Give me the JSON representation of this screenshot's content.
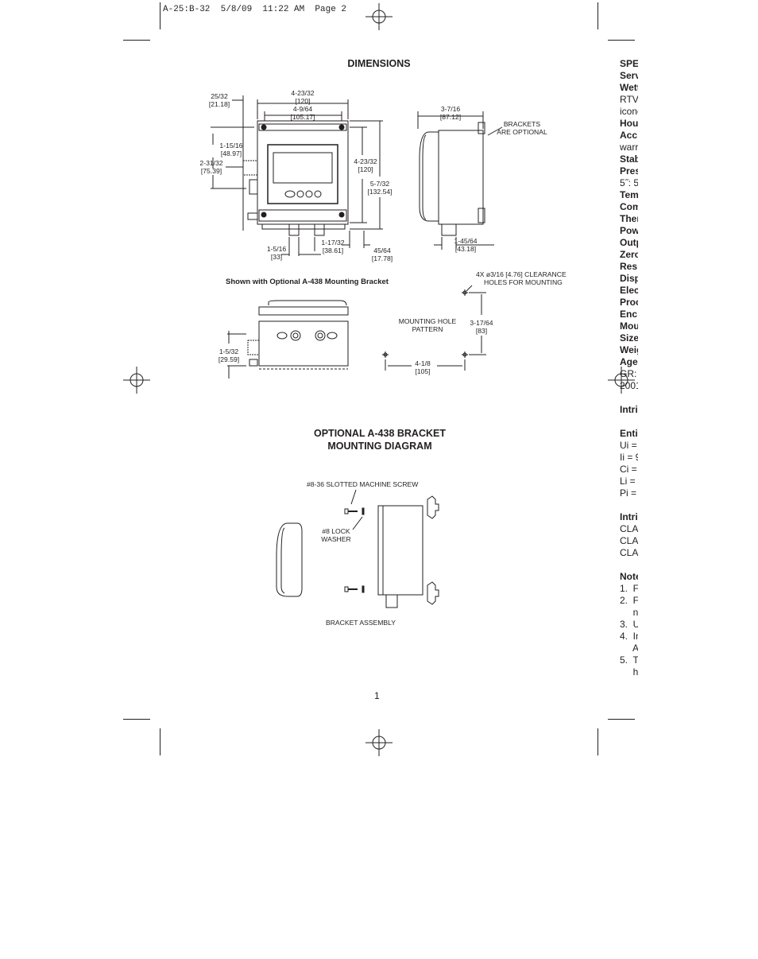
{
  "slug_line": "A-25:B-32  5/8/09  11:22 AM  Page 2",
  "page_number": "1",
  "dimensions_title": "DIMENSIONS",
  "front_view": {
    "d1": "25/32",
    "d1m": "[21.18]",
    "d2": "4-23/32",
    "d2m": "[120]",
    "d3": "4-9/64",
    "d3m": "[105.17]",
    "d4": "1-15/16",
    "d4m": "[48.97]",
    "d5": "2-31/32",
    "d5m": "[75.39]",
    "d6": "4-23/32",
    "d6m": "[120]",
    "d7": "5-7/32",
    "d7m": "[132.54]",
    "d8": "1-5/16",
    "d8m": "[33]",
    "d9": "1-17/32",
    "d9m": "[38.61]",
    "d10": "45/64",
    "d10m": "[17.78]"
  },
  "side_view": {
    "d1": "3-7/16",
    "d1m": "[87.12]",
    "brackets_1": "BRACKETS",
    "brackets_2": "ARE OPTIONAL",
    "d2": "1-45/64",
    "d2m": "[43.18]"
  },
  "bracket_caption": "Shown with Optional A-438 Mounting Bracket",
  "bottom_view": {
    "d1": "1-5/32",
    "d1m": "[29.59]"
  },
  "mounting": {
    "holes_1": "4X ø3/16 [4.76] CLEARANCE",
    "holes_2": "HOLES FOR MOUNTING",
    "pattern_1": "MOUNTING HOLE",
    "pattern_2": "PATTERN",
    "d1": "3-17/64",
    "d1m": "[83]",
    "d2": "4-1/8",
    "d2m": "[105]"
  },
  "diagram_title_1": "OPTIONAL A-438 BRACKET",
  "diagram_title_2": "MOUNTING DIAGRAM",
  "diagram": {
    "screw": "#8-36 SLOTTED MACHINE SCREW",
    "washer_1": "#8 LOCK",
    "washer_2": "WASHER",
    "assembly": "BRACKET ASSEMBLY"
  },
  "spec_column": [
    {
      "text": "SPE",
      "bold": true
    },
    {
      "text": "Serv",
      "bold": true
    },
    {
      "text": "Wett",
      "bold": true
    },
    {
      "text": "RTV",
      "bold": false
    },
    {
      "text": "icone",
      "bold": false
    },
    {
      "text": "Hou",
      "bold": true
    },
    {
      "text": "Acc",
      "bold": true
    },
    {
      "text": "warr",
      "bold": false
    },
    {
      "text": "Stab",
      "bold": true
    },
    {
      "text": "Pres",
      "bold": true
    },
    {
      "text": "5˝: 5",
      "bold": false
    },
    {
      "text": "Tem",
      "bold": true
    },
    {
      "text": "Com",
      "bold": true
    },
    {
      "text": "Ther",
      "bold": true
    },
    {
      "text": "Pow",
      "bold": true
    },
    {
      "text": "Outp",
      "bold": true
    },
    {
      "text": "Zero",
      "bold": true
    },
    {
      "text": "Res",
      "bold": true
    },
    {
      "text": "Disp",
      "bold": true
    },
    {
      "text": "Elec",
      "bold": true
    },
    {
      "text": "Proc",
      "bold": true
    },
    {
      "text": "Enc",
      "bold": true
    },
    {
      "text": "Mou",
      "bold": true
    },
    {
      "text": "Size",
      "bold": true
    },
    {
      "text": "Weig",
      "bold": true
    },
    {
      "text": "Age",
      "bold": true
    },
    {
      "text": "GR:",
      "bold": false
    },
    {
      "text": "2001",
      "bold": false
    },
    {
      "text": "",
      "bold": false
    },
    {
      "text": "Intri",
      "bold": true
    },
    {
      "text": "",
      "bold": false
    },
    {
      "text": "Enti",
      "bold": true
    },
    {
      "text": "Ui =",
      "bold": false
    },
    {
      "text": "Ii = 9",
      "bold": false
    },
    {
      "text": "Ci =",
      "bold": false
    },
    {
      "text": "Li =",
      "bold": false
    },
    {
      "text": "Pi =",
      "bold": false
    },
    {
      "text": "",
      "bold": false
    },
    {
      "text": "Intri",
      "bold": true
    },
    {
      "text": "CLA",
      "bold": false
    },
    {
      "text": "CLA",
      "bold": false
    },
    {
      "text": "CLA",
      "bold": false
    },
    {
      "text": "",
      "bold": false
    },
    {
      "text": "Note",
      "bold": true
    },
    {
      "text": "1.  F",
      "bold": false
    },
    {
      "text": "2.  F",
      "bold": false
    },
    {
      "text": "     n",
      "bold": false
    },
    {
      "text": "3.  U",
      "bold": false
    },
    {
      "text": "4.  In",
      "bold": false
    },
    {
      "text": "     A",
      "bold": false
    },
    {
      "text": "5.  T",
      "bold": false
    },
    {
      "text": "     h",
      "bold": false
    }
  ]
}
